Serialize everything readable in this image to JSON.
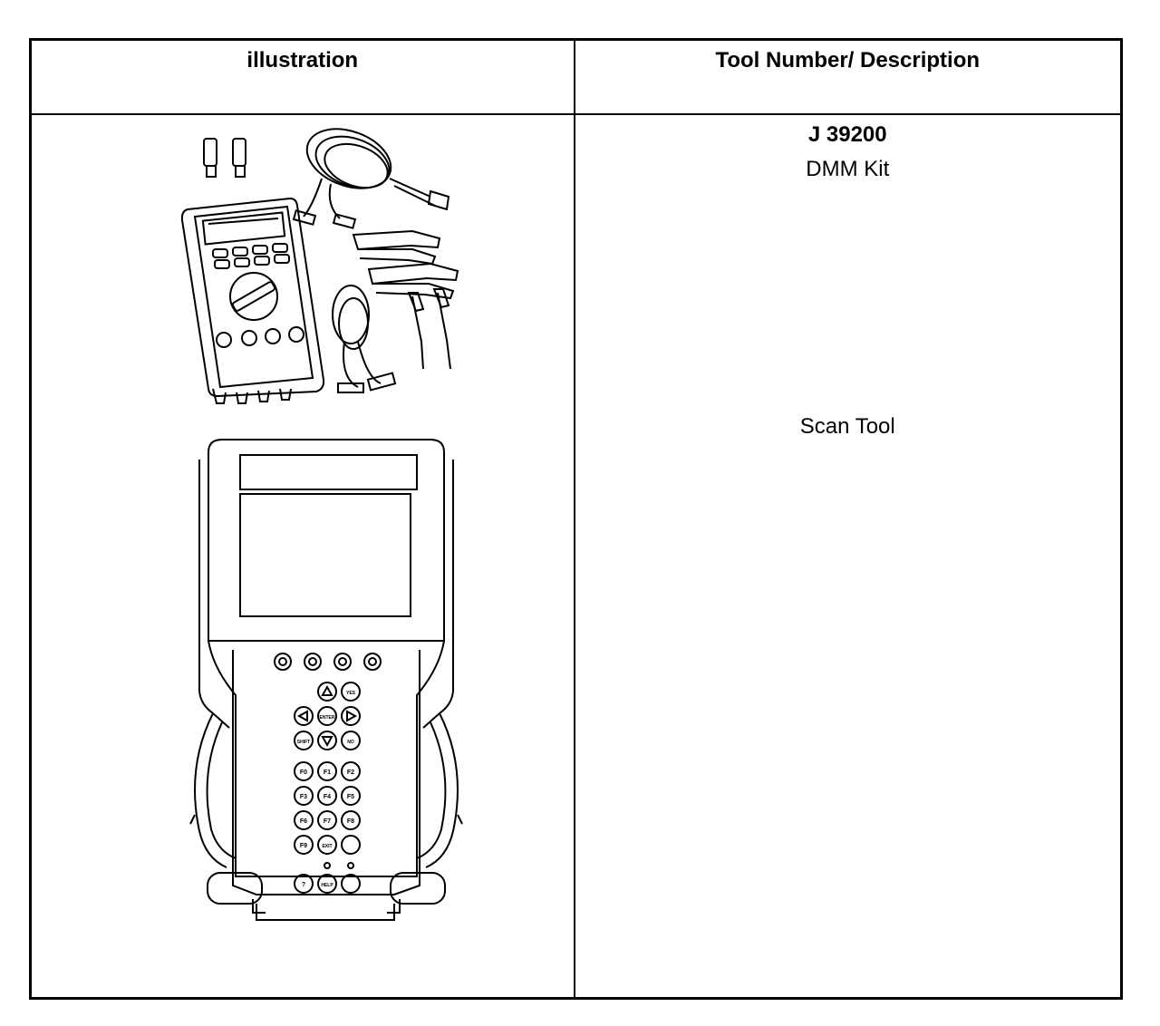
{
  "table": {
    "headers": [
      "illustration",
      "Tool Number/ Description"
    ],
    "rows": [
      {
        "tool_number": "J 39200",
        "description": "DMM Kit"
      },
      {
        "tool_number": "",
        "description": "Scan Tool"
      }
    ]
  },
  "scan_tool": {
    "keys": [
      "F0",
      "F1",
      "F2",
      "F3",
      "F4",
      "F5",
      "F6",
      "F7",
      "F8",
      "F9",
      "EXIT",
      "ENTER",
      "YES",
      "NO",
      "SHIFT",
      "HELP",
      "?"
    ]
  }
}
